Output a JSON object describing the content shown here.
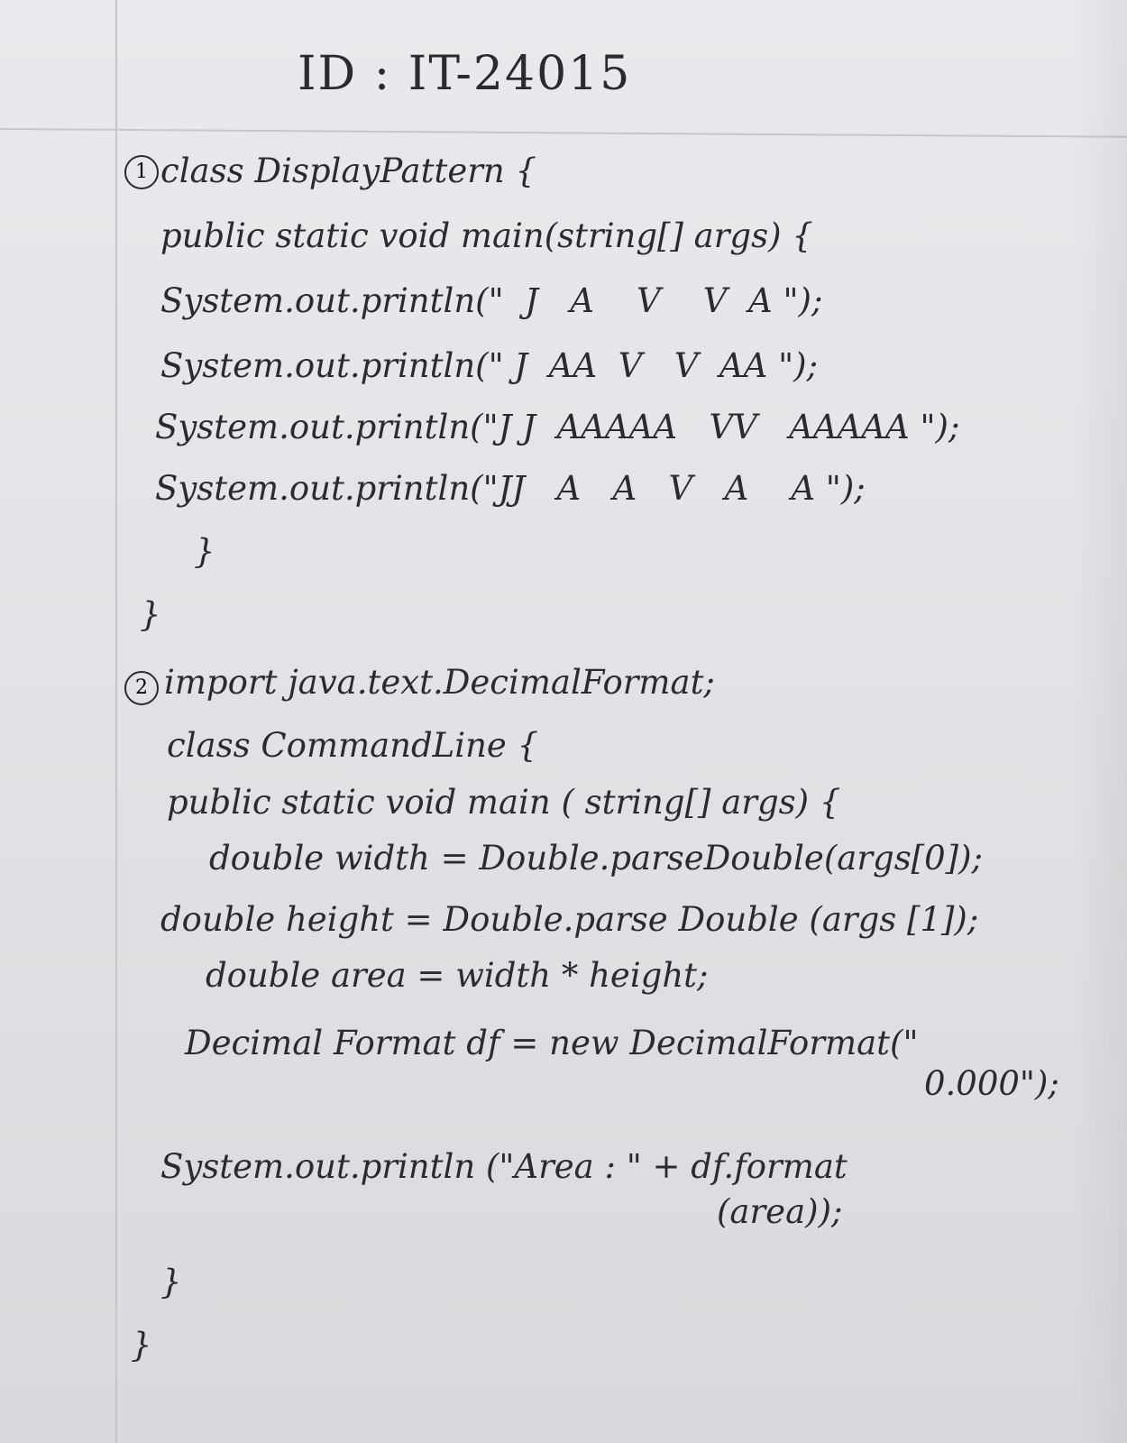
{
  "header": {
    "id_label": "ID : IT-24015"
  },
  "program1": {
    "number": "1",
    "lines": [
      "class DisplayPattern {",
      "public static void main(string[] args) {",
      "System.out.println(\"  J   A    V    V  A \");",
      "System.out.println(\" J  AA  V   V  AA \");",
      "System.out.println(\"J J  AAAAA   VV   AAAAA \");",
      "System.out.println(\"JJ   A   A   V   A    A \");",
      "}",
      "}"
    ]
  },
  "program2": {
    "number": "2",
    "lines": [
      "import java.text.DecimalFormat;",
      "class CommandLine {",
      "public static void main ( string[] args) {",
      "double width = Double.parseDouble(args[0]);",
      "double height = Double.parse Double (args [1]);",
      "double area = width * height;",
      "Decimal Format df = new DecimalFormat(\"",
      "0.000\");",
      "System.out.println (\"Area : \" + df.format",
      "(area));",
      "}",
      "}"
    ]
  }
}
